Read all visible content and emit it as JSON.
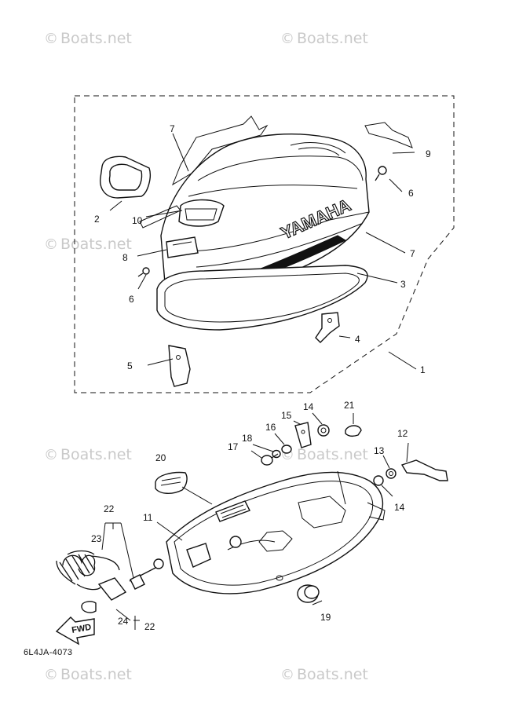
{
  "watermark": {
    "copyright_symbol": "©",
    "text": "Boats.net"
  },
  "diagram_code": "6L4JA-4073",
  "brand_text": "YAMAHA",
  "fwd_text": "FWD",
  "callouts": {
    "p1": "1",
    "p2": "2",
    "p3": "3",
    "p4": "4",
    "p5": "5",
    "p6a": "6",
    "p6b": "6",
    "p7a": "7",
    "p7b": "7",
    "p8": "8",
    "p9": "9",
    "p10": "10",
    "p11": "11",
    "p12": "12",
    "p13": "13",
    "p14a": "14",
    "p14b": "14",
    "p15": "15",
    "p16": "16",
    "p17": "17",
    "p18": "18",
    "p19": "19",
    "p20": "20",
    "p21": "21",
    "p22a": "22",
    "p22b": "22",
    "p23": "23",
    "p24": "24"
  }
}
